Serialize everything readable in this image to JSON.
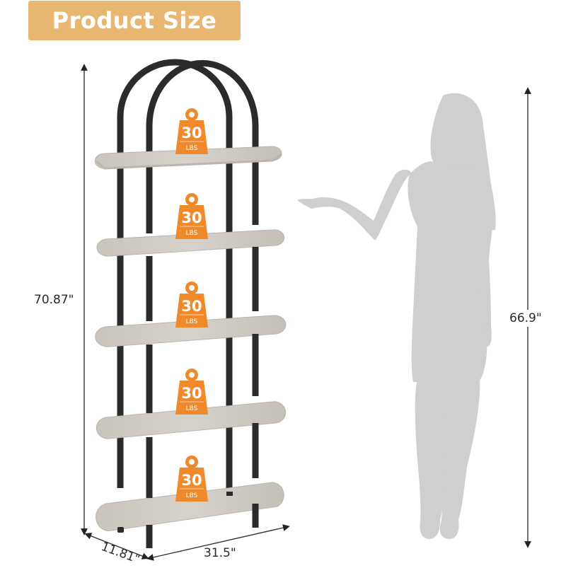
{
  "title": "Product Size",
  "colors": {
    "banner": "#e8b772",
    "badge": "#f0892a",
    "frame": "#2b2b2b",
    "shelf_top": "#cfcbc4",
    "shelf_edge": "#bdb9b1",
    "silhouette": "#cfcfcf"
  },
  "dimensions": {
    "height": "70.87\"",
    "depth": "11.81\"",
    "width": "31.5\"",
    "person_height": "66.9\""
  },
  "shelves": [
    {
      "load_value": "30",
      "load_unit": "LBS"
    },
    {
      "load_value": "30",
      "load_unit": "LBS"
    },
    {
      "load_value": "30",
      "load_unit": "LBS"
    },
    {
      "load_value": "30",
      "load_unit": "LBS"
    },
    {
      "load_value": "30",
      "load_unit": "LBS"
    }
  ],
  "icons": {
    "weight": "weight-icon",
    "person": "person-silhouette-icon"
  }
}
